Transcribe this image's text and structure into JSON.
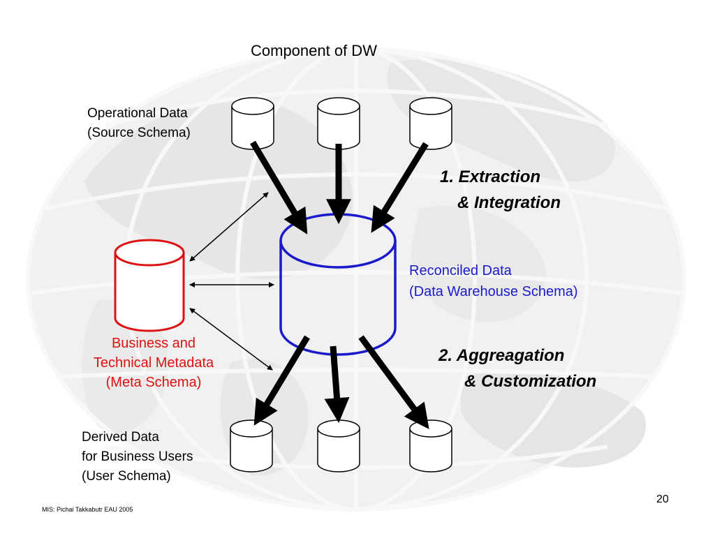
{
  "title": "Component of DW",
  "operational": {
    "line1": "Operational Data",
    "line2": "(Source Schema)"
  },
  "reconciled": {
    "line1": "Reconciled Data",
    "line2": "(Data Warehouse Schema)",
    "color": "#1a1acc"
  },
  "metadata": {
    "line1": "Business and",
    "line2": "Technical Metadata",
    "line3": "(Meta Schema)",
    "color": "#dd1111"
  },
  "derived": {
    "line1": "Derived Data",
    "line2": "for Business Users",
    "line3": "(User Schema)"
  },
  "steps": {
    "extraction_line1": "1. Extraction",
    "extraction_line2": "& Integration",
    "aggregation_line1": "2. Aggreagation",
    "aggregation_line2": "& Customization"
  },
  "footer": "MIS:  Pichai Takkabutr EAU 2005",
  "page_number": "20"
}
